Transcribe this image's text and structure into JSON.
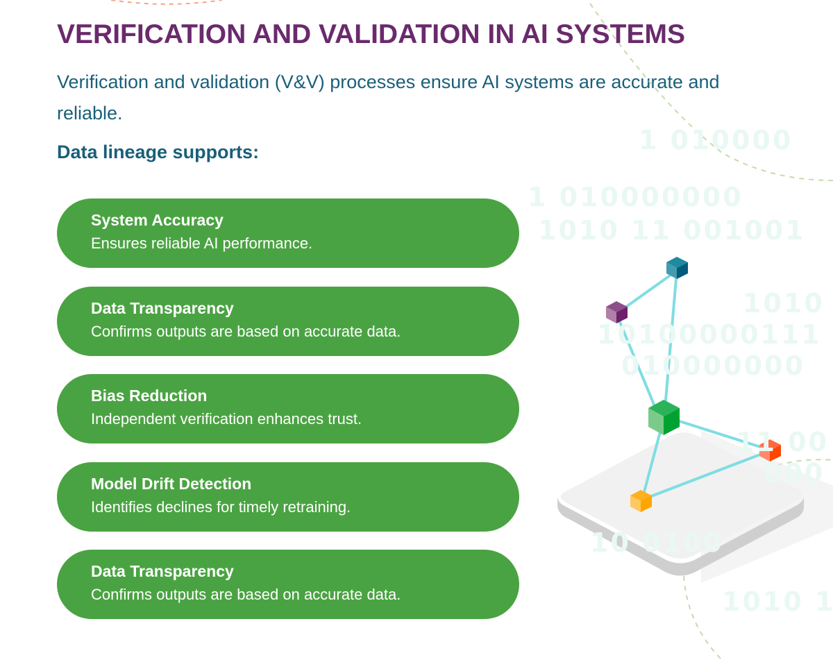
{
  "title": "VERIFICATION AND VALIDATION IN AI SYSTEMS",
  "intro": "Verification and validation (V&V) processes ensure AI systems are accurate and reliable.",
  "subheading": "Data lineage supports:",
  "cards": [
    {
      "title": "System Accuracy",
      "desc": "Ensures reliable AI performance."
    },
    {
      "title": "Data Transparency",
      "desc": "Confirms outputs are based on accurate data."
    },
    {
      "title": "Bias Reduction",
      "desc": "Independent verification enhances trust."
    },
    {
      "title": "Model Drift Detection",
      "desc": "Identifies declines for timely retraining."
    },
    {
      "title": "Data Transparency",
      "desc": "Confirms outputs are based on accurate data."
    }
  ],
  "binary": [
    "1  010000",
    "1 010000000",
    "1010 11 001001",
    "1010",
    "10100000111",
    "010000000",
    "11 00",
    "000",
    "10 0100",
    "1010 1"
  ],
  "colors": {
    "title": "#6a2a6c",
    "text": "#1a5f7a",
    "card": "#4aa342"
  }
}
